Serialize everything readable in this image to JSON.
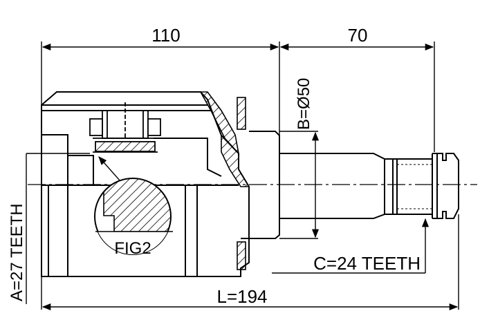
{
  "dimensions": {
    "housing_length": "110",
    "stem_length": "70",
    "total_length": "L=194",
    "outer_diameter": "B=Ø50",
    "inner_spline": "A=27 TEETH",
    "outer_spline": "C=24 TEETH"
  },
  "figure": {
    "callout": "FIG2"
  },
  "colors": {
    "line": "#000000",
    "background": "#ffffff"
  }
}
